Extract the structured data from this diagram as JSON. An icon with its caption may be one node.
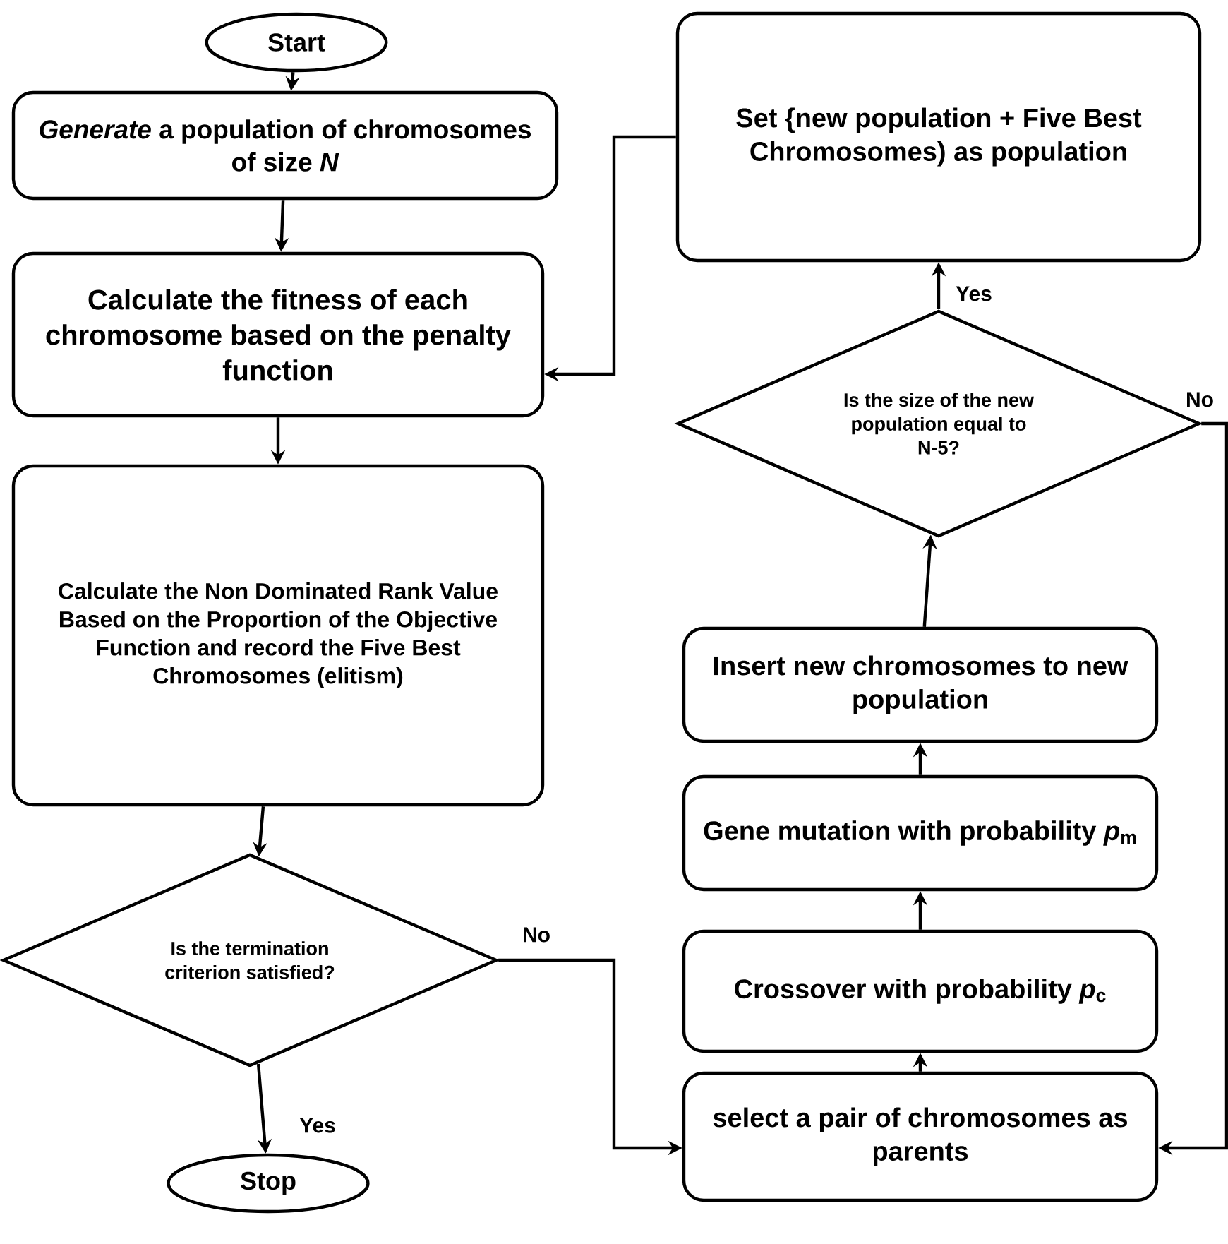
{
  "diagram": {
    "nodes": [
      {
        "text": [
          "Start"
        ]
      },
      {
        "text": [
          "*Generate* a population of chromosomes of size *N*"
        ]
      },
      {
        "text": [
          "Calculate the fitness of each chromosome based on the penalty function"
        ]
      },
      {
        "text": [
          "Calculate the Non Dominated Rank Value Based on the Proportion of the Objective Function and record the Five Best Chromosomes (elitism)"
        ]
      },
      {
        "text": [
          "Is the termination criterion satisfied?"
        ]
      },
      {
        "text": [
          "Stop"
        ]
      },
      {
        "text": [
          "select a pair of chromosomes as parents"
        ]
      },
      {
        "text": [
          "Crossover with probability *p*$_{c}$"
        ]
      },
      {
        "text": [
          "Gene mutation with probability *p*$_{m}$"
        ]
      },
      {
        "text": [
          "Insert new chromosomes to new population"
        ]
      },
      {
        "text": [
          "Is the size of the new population equal to N-5?"
        ]
      },
      {
        "text": [
          "Set {new population + Five Best Chromosomes) as population"
        ]
      }
    ],
    "edges": [
      {
        "from": 0,
        "to": 1,
        "arrow": "to"
      },
      {
        "from": 1,
        "to": 2,
        "arrow": "to"
      },
      {
        "from": 2,
        "to": 3,
        "arrow": "to"
      },
      {
        "from": 3,
        "to": 4,
        "arrow": "to"
      },
      {
        "from": 4,
        "to": 5,
        "arrow": "to",
        "label": "Yes"
      },
      {
        "from": 4,
        "to": 6,
        "arrow": "to",
        "label": "No"
      },
      {
        "from": 6,
        "to": 7,
        "arrow": "to"
      },
      {
        "from": 7,
        "to": 8,
        "arrow": "to"
      },
      {
        "from": 8,
        "to": 9,
        "arrow": "to"
      },
      {
        "from": 9,
        "to": 10,
        "arrow": "to"
      },
      {
        "from": 10,
        "to": 11,
        "arrow": "to",
        "label": "Yes"
      },
      {
        "from": 11,
        "to": 2,
        "arrow": "to"
      },
      {
        "from": 10,
        "to": 6,
        "arrow": "to",
        "label": "No"
      }
    ]
  }
}
